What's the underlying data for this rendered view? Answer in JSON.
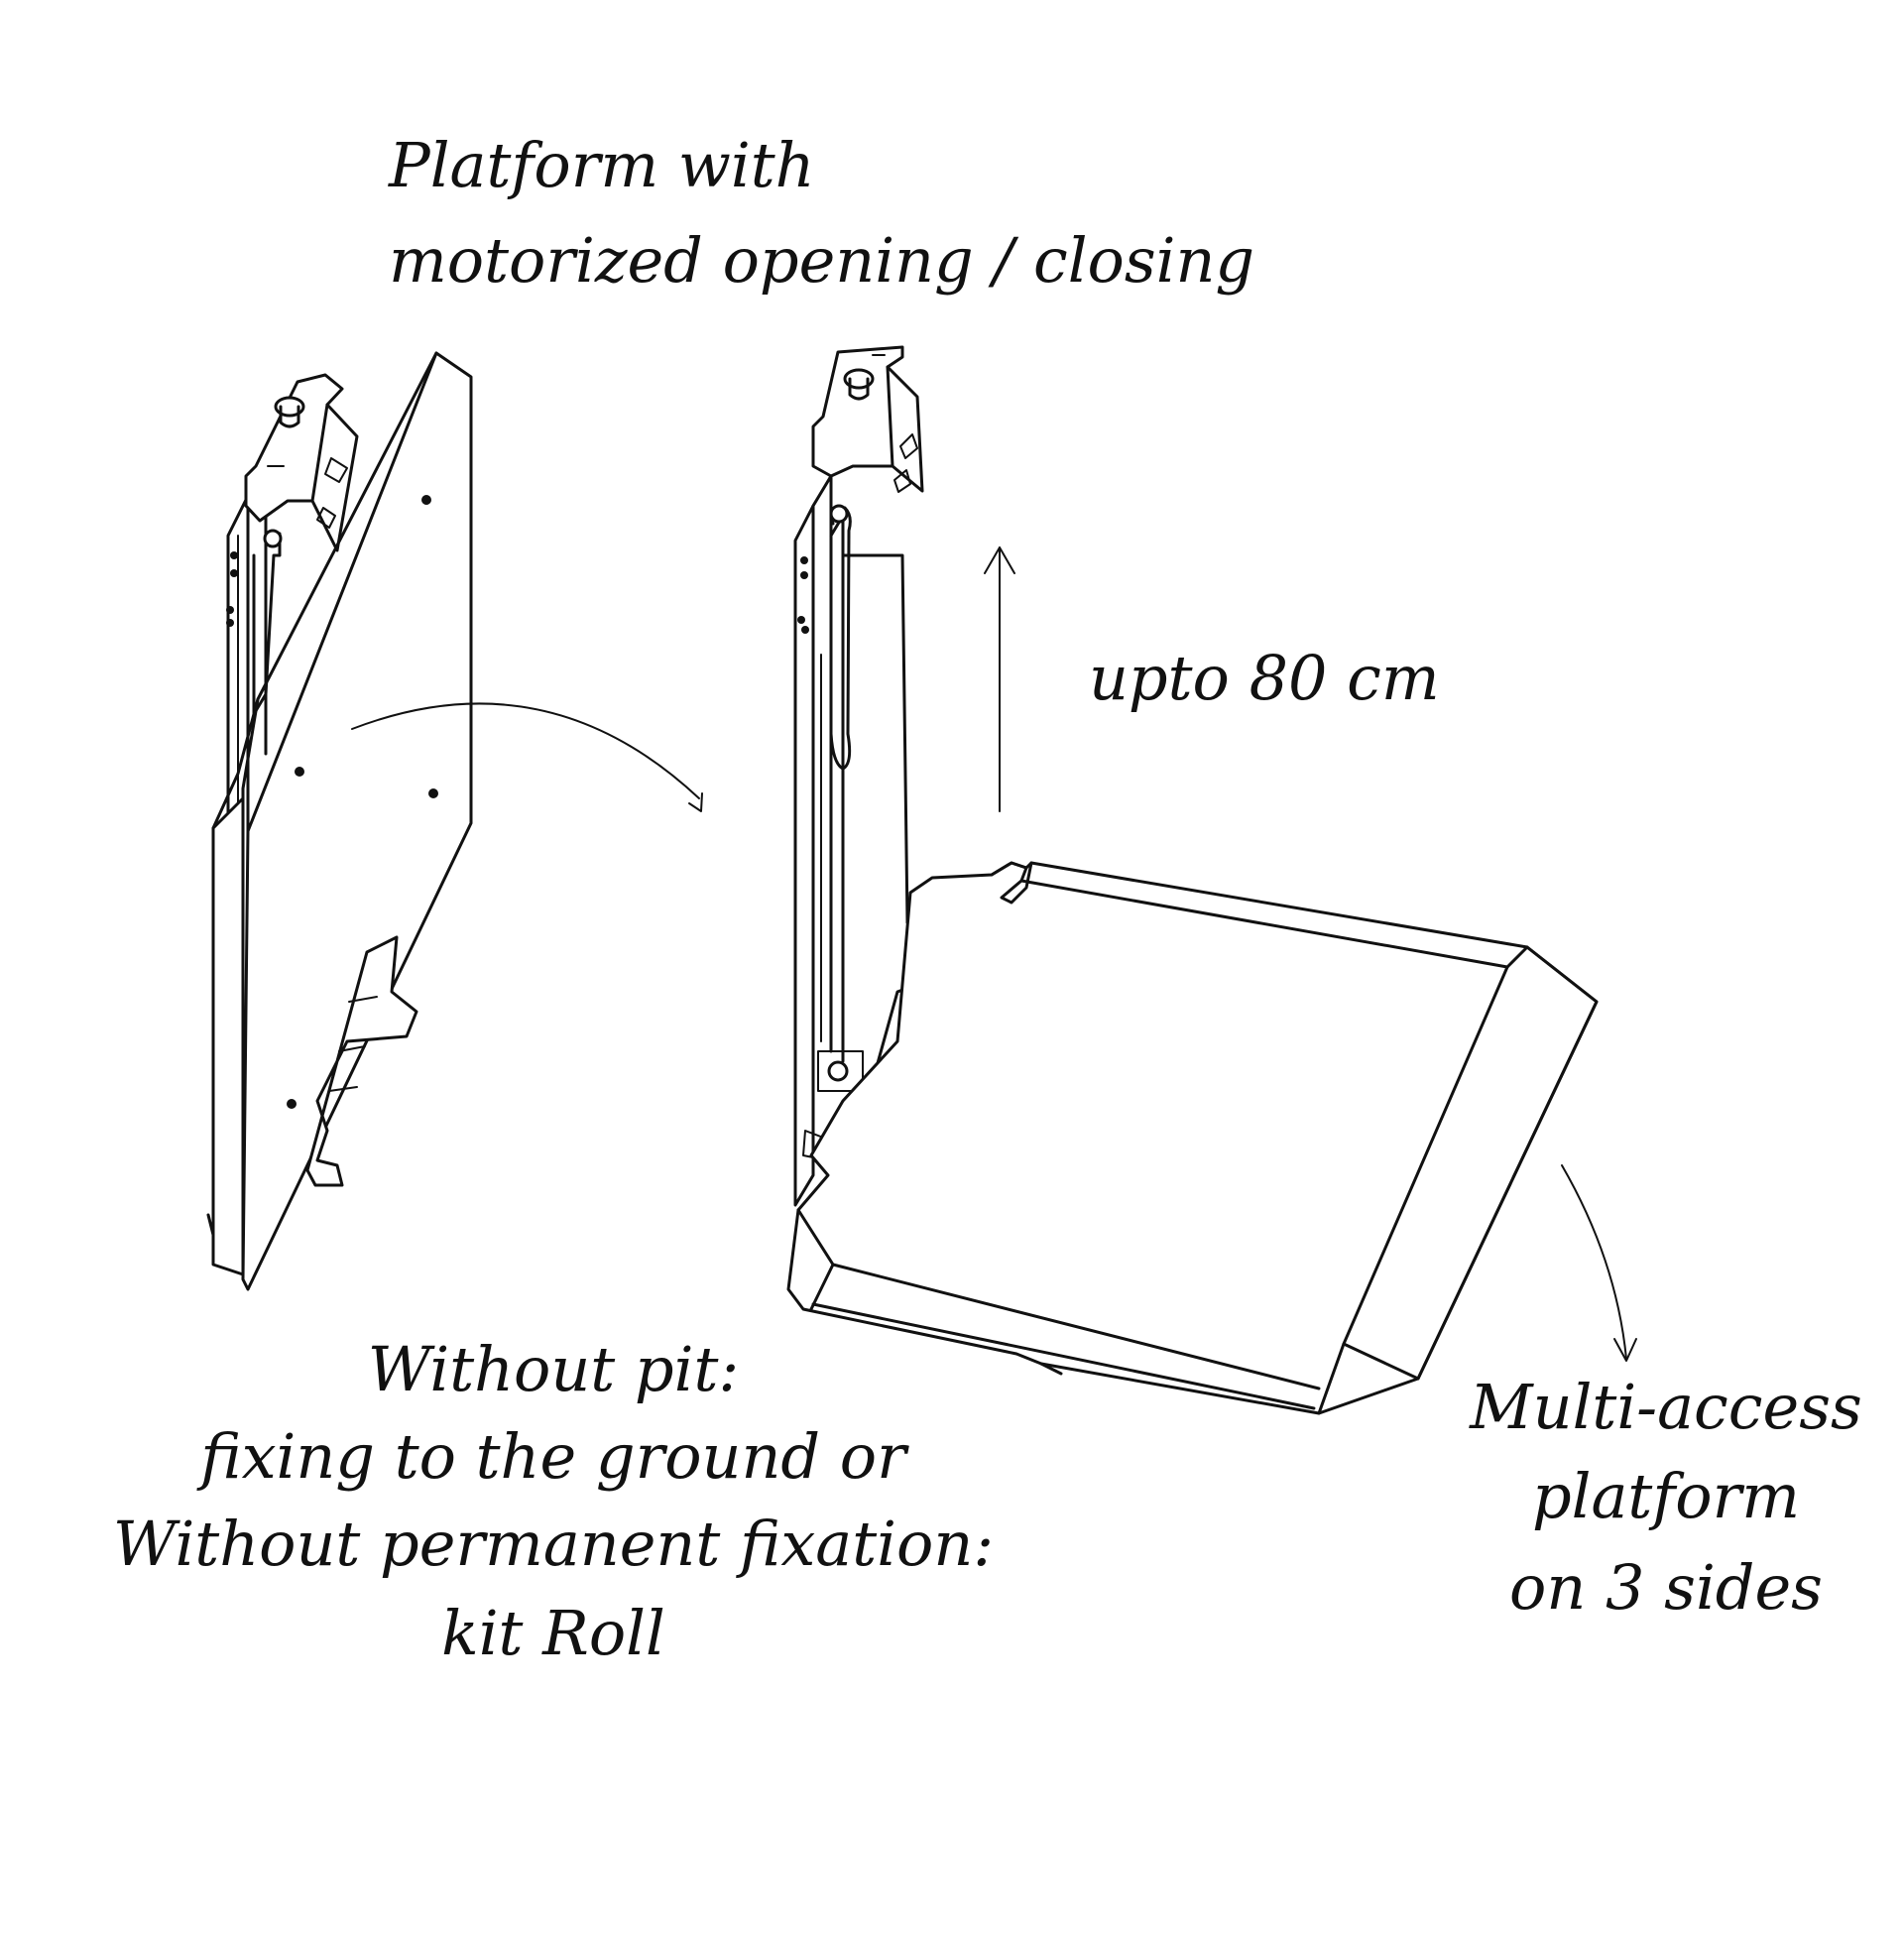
{
  "labels": {
    "title_line1": "Platform with",
    "title_line2": "motorized opening / closing",
    "height_note": "upto 80 cm",
    "pit_line1": "Without pit:",
    "pit_line2": "fixing to the ground or",
    "pit_line3": "Without permanent fixation:",
    "pit_line4": "kit Roll",
    "access_line1": "Multi-access",
    "access_line2": "platform",
    "access_line3": "on 3 sides"
  },
  "colors": {
    "ink": "#111111",
    "background": "#ffffff"
  }
}
